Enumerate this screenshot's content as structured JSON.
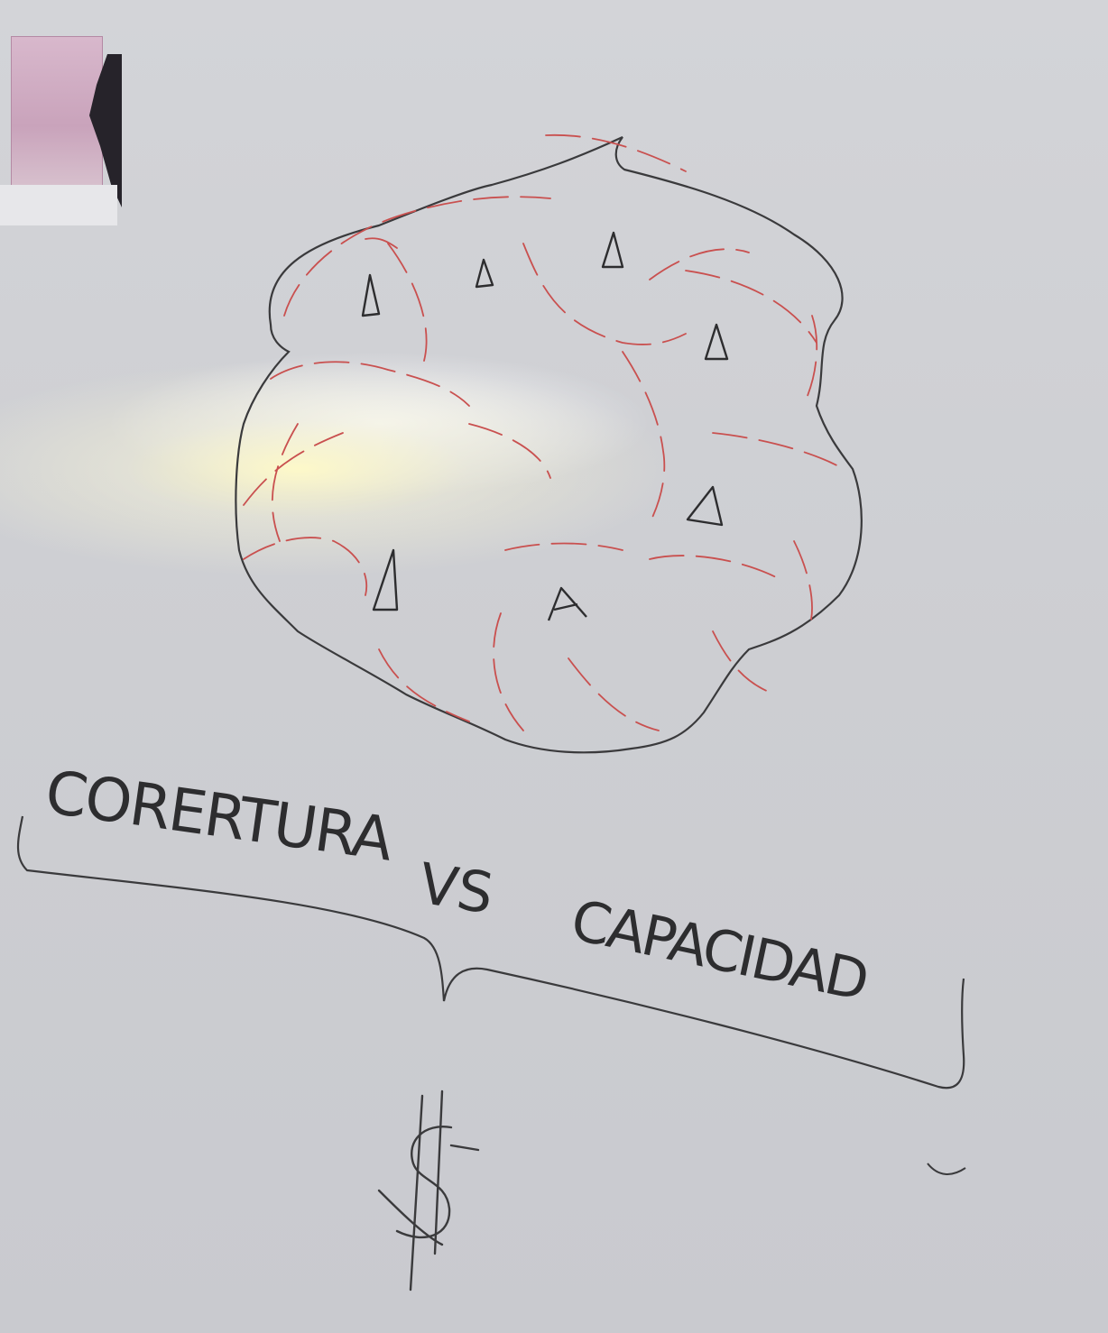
{
  "whiteboard": {
    "words": [
      "CORERTURA",
      "VS",
      "CAPACIDAD"
    ],
    "symbol": "$",
    "cell_marks": [
      "Δ",
      "Δ",
      "Δ",
      "Δ",
      "Δ",
      "Δ",
      "A"
    ],
    "colors": {
      "ink_black": "#2d2d2f",
      "ink_red": "#c9504f",
      "board": "#cfd0d4",
      "glare": "#fff7c4"
    }
  }
}
